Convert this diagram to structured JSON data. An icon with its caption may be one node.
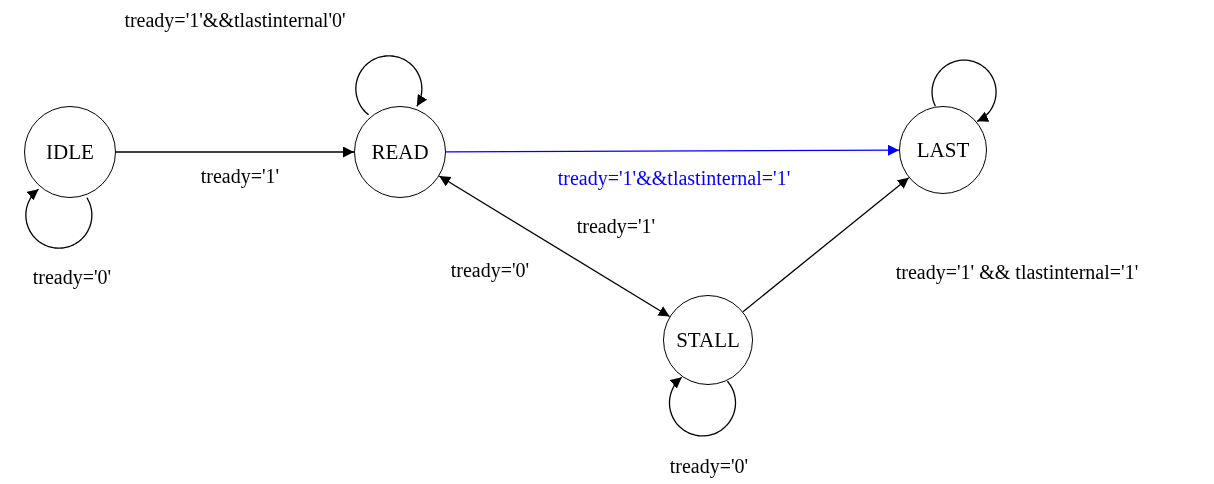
{
  "diagram": {
    "nodes": [
      {
        "text": [
          "IDLE"
        ]
      },
      {
        "text": [
          "READ"
        ]
      },
      {
        "text": [
          "LAST"
        ]
      },
      {
        "text": [
          "STALL"
        ]
      }
    ],
    "edges": [
      {
        "from": 0,
        "to": 0,
        "arrow": "to",
        "label": "tready='0'"
      },
      {
        "from": 0,
        "to": 1,
        "arrow": "to",
        "label": "tready='1'"
      },
      {
        "from": 1,
        "to": 1,
        "arrow": "to",
        "label": "tready='1'&&tlastinternal'0'"
      },
      {
        "from": 1,
        "to": 2,
        "arrow": "to",
        "label": "tready='1'&&tlastinternal='1'",
        "color": "#0000ff"
      },
      {
        "from": 1,
        "to": 3,
        "arrow": "both",
        "label": "tready='0'"
      },
      {
        "from": 3,
        "to": 2,
        "arrow": "to",
        "label": "tready='1' && tlastinternal='1'"
      },
      {
        "from": 3,
        "to": 3,
        "arrow": "to",
        "label": "tready='0'"
      },
      {
        "from": 2,
        "to": 2,
        "arrow": "to"
      }
    ],
    "labels": [
      "tready='1'"
    ]
  }
}
